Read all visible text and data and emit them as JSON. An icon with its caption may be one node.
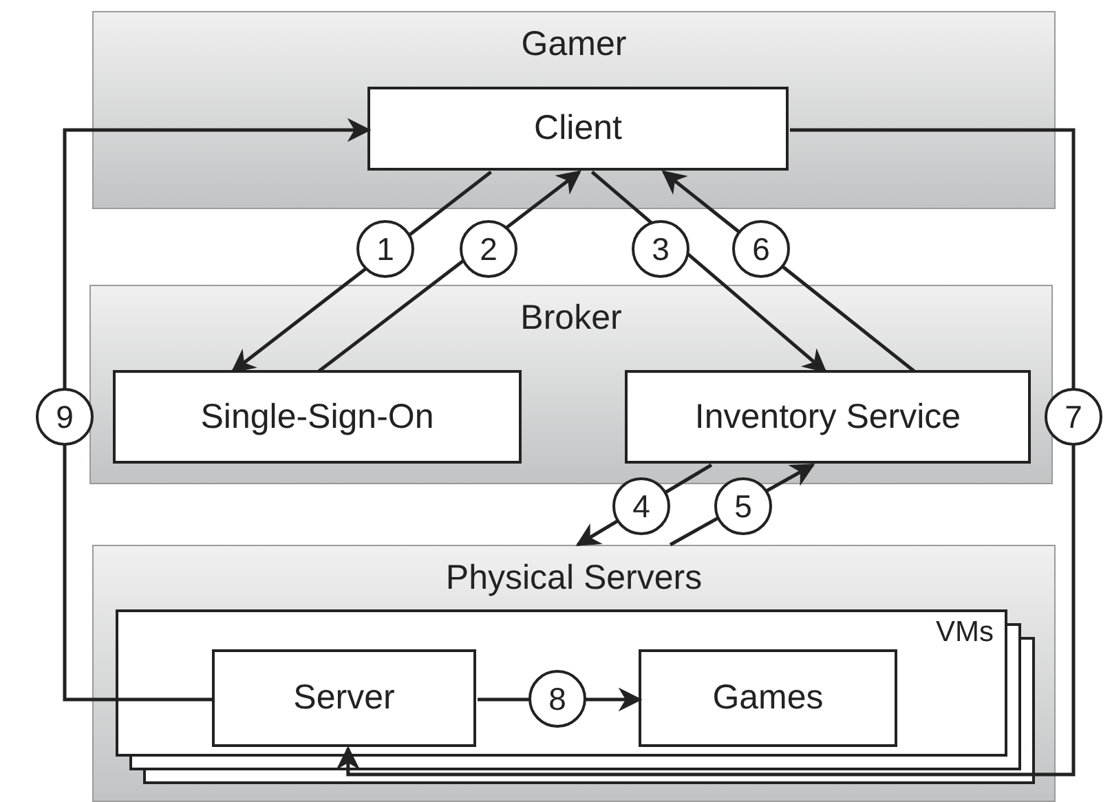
{
  "diagram": {
    "nodes": [
      {
        "text": [
          "Gamer"
        ]
      },
      {
        "text": [
          "Client"
        ],
        "in": 0
      },
      {
        "text": [
          "Broker"
        ]
      },
      {
        "text": [
          "Single-Sign-On"
        ],
        "in": 2
      },
      {
        "text": [
          "Inventory Service"
        ],
        "in": 2
      },
      {
        "text": [
          "Physical Servers"
        ]
      },
      {
        "text": [
          "VMs"
        ],
        "in": 5
      },
      {
        "text": [
          "Server"
        ],
        "in": 6
      },
      {
        "text": [
          "Games"
        ],
        "in": 6
      }
    ],
    "edges": [
      {
        "from": 1,
        "to": 3,
        "arrow": "to",
        "label": "1"
      },
      {
        "from": 3,
        "to": 1,
        "arrow": "to",
        "label": "2"
      },
      {
        "from": 1,
        "to": 4,
        "arrow": "to",
        "label": "3"
      },
      {
        "from": 4,
        "to": 1,
        "arrow": "to",
        "label": "6"
      },
      {
        "from": 4,
        "to": 5,
        "arrow": "to",
        "label": "4"
      },
      {
        "from": 5,
        "to": 4,
        "arrow": "to",
        "label": "5"
      },
      {
        "from": 1,
        "to": 7,
        "arrow": "to",
        "label": "7"
      },
      {
        "from": 7,
        "to": 1,
        "arrow": "to",
        "label": "9"
      },
      {
        "from": 7,
        "to": 8,
        "arrow": "to",
        "label": "8"
      }
    ]
  }
}
